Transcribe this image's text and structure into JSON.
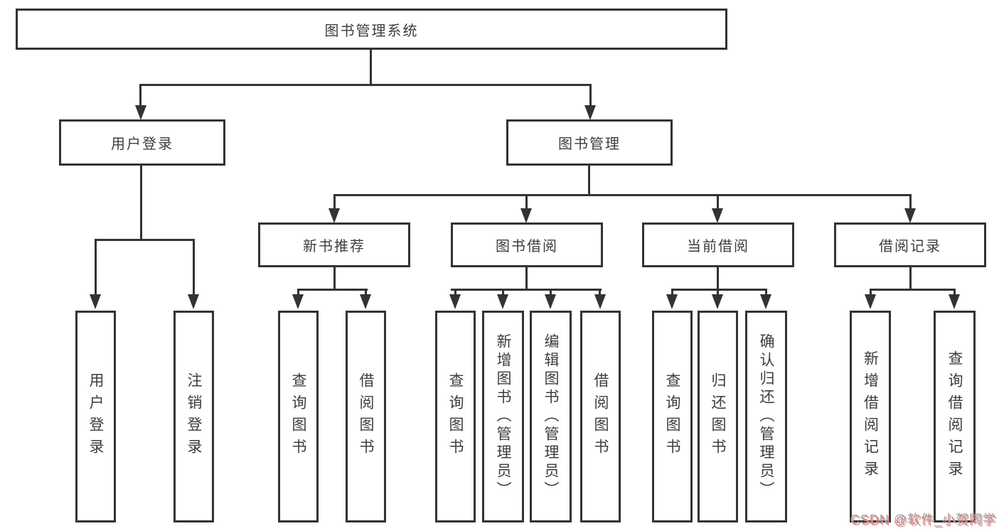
{
  "colors": {
    "line": "#333333",
    "text": "#3d3d3d",
    "background": "#ffffff",
    "watermark": "#9c9c9c",
    "watermark_shadow": "#f08a8a"
  },
  "tree": {
    "label": "图书管理系统",
    "children": [
      {
        "label": "用户登录",
        "children": [
          {
            "label": "用户登录"
          },
          {
            "label": "注销登录"
          }
        ]
      },
      {
        "label": "图书管理",
        "children": [
          {
            "label": "新书推荐",
            "children": [
              {
                "label": "查询图书"
              },
              {
                "label": "借阅图书"
              }
            ]
          },
          {
            "label": "图书借阅",
            "children": [
              {
                "label": "查询图书"
              },
              {
                "label": "新增图书（管理员）"
              },
              {
                "label": "编辑图书（管理员）"
              },
              {
                "label": "借阅图书"
              }
            ]
          },
          {
            "label": "当前借阅",
            "children": [
              {
                "label": "查询图书"
              },
              {
                "label": "归还图书"
              },
              {
                "label": "确认归还（管理员）"
              }
            ]
          },
          {
            "label": "借阅记录",
            "children": [
              {
                "label": "新增借阅记录"
              },
              {
                "label": "查询借阅记录"
              }
            ]
          }
        ]
      }
    ]
  },
  "watermark": {
    "text": "CSDN @软件_小贺同学"
  }
}
